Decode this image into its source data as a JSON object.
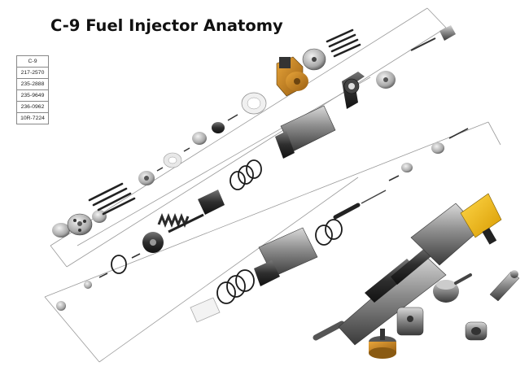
{
  "title": "C-9 Fuel Injector Anatomy",
  "part_table": {
    "header": "C-9",
    "rows": [
      "217-2570",
      "235-2888",
      "235-9649",
      "236-0962",
      "10R-7224"
    ]
  }
}
